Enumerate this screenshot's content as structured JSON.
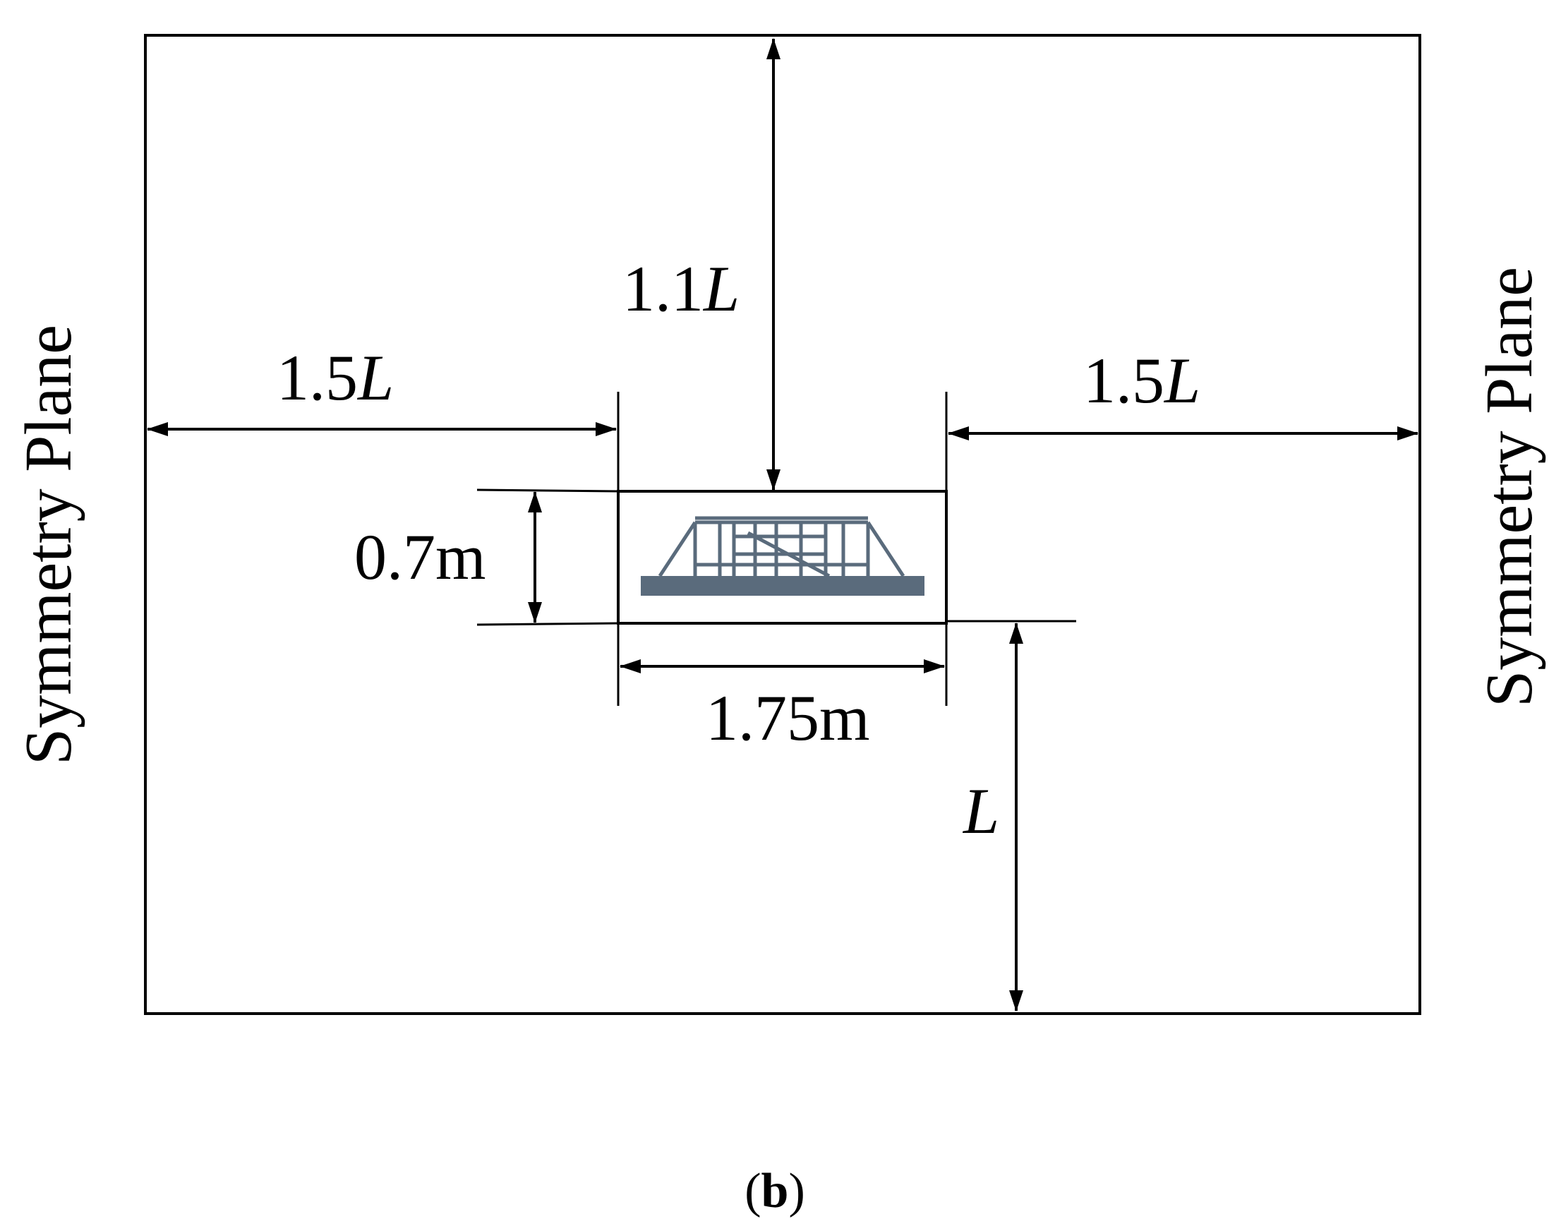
{
  "left_plane_label": "Symmetry Plane",
  "right_plane_label": "Symmetry Plane",
  "dim_top": {
    "coef": "1.1",
    "var": "L"
  },
  "dim_left": {
    "coef": "1.5",
    "var": "L"
  },
  "dim_right": {
    "coef": "1.5",
    "var": "L"
  },
  "dim_bottom": {
    "var": "L"
  },
  "dim_height": "0.7m",
  "dim_width": "1.75m",
  "caption": {
    "open": "(",
    "letter": "b",
    "close": ")"
  },
  "colors": {
    "line": "#000000",
    "structure": "#5a6b7c"
  },
  "structure_icon": "floating-structure-icon"
}
